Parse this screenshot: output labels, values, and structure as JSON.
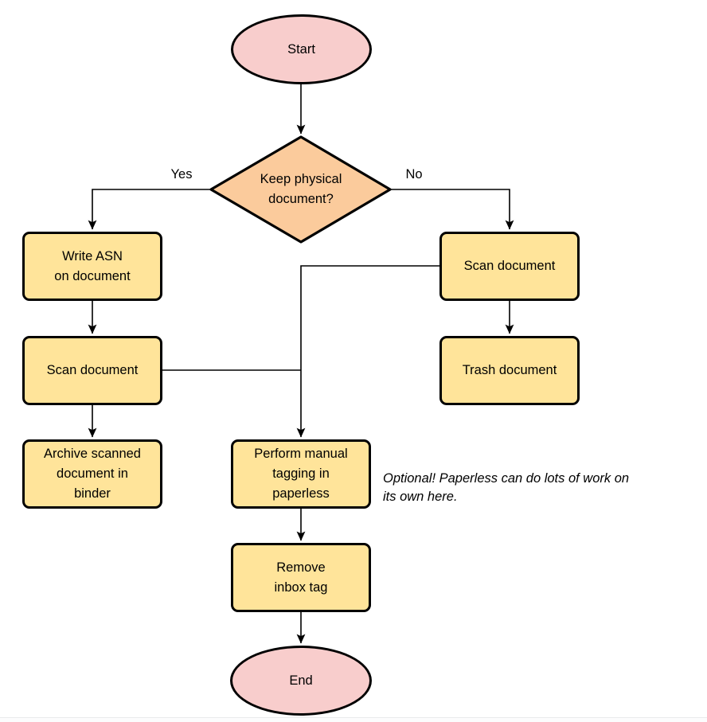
{
  "colors": {
    "terminal_fill": "#F8CDCC",
    "decision_fill": "#FBCB9C",
    "process_fill": "#FFE49A",
    "stroke": "#000000",
    "background": "#FFFFFF"
  },
  "nodes": {
    "start": {
      "type": "terminal",
      "label": "Start"
    },
    "decision": {
      "type": "decision",
      "label": "Keep physical\ndocument?"
    },
    "write_asn": {
      "type": "process",
      "label": "Write ASN\non document"
    },
    "scan_left": {
      "type": "process",
      "label": "Scan document"
    },
    "archive": {
      "type": "process",
      "label": "Archive scanned\ndocument in\nbinder"
    },
    "scan_right": {
      "type": "process",
      "label": "Scan document"
    },
    "trash": {
      "type": "process",
      "label": "Trash document"
    },
    "tagging": {
      "type": "process",
      "label": "Perform manual\ntagging in\npaperless"
    },
    "remove_inbox": {
      "type": "process",
      "label": "Remove\ninbox tag"
    },
    "end": {
      "type": "terminal",
      "label": "End"
    }
  },
  "edge_labels": {
    "yes": "Yes",
    "no": "No"
  },
  "annotation": {
    "text": "Optional! Paperless can do lots of work on\nits own here."
  }
}
